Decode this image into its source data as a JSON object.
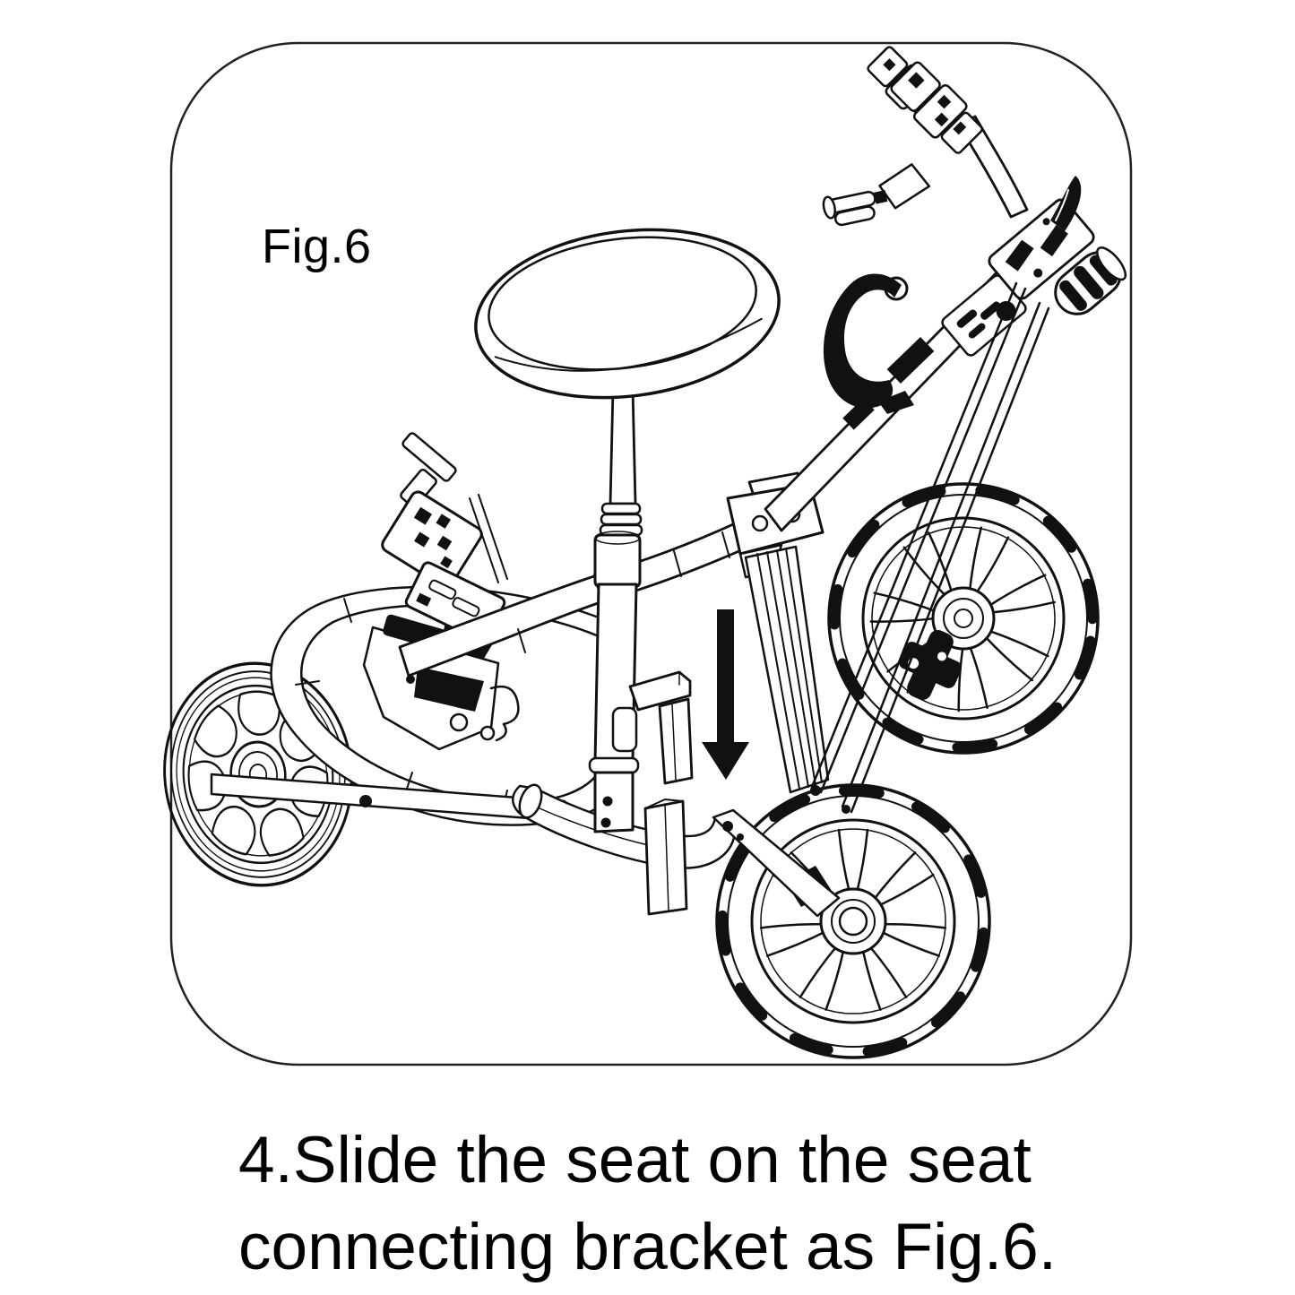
{
  "theme": {
    "page-bg": "#ffffff",
    "line-color": "#111111",
    "text-color": "#000000",
    "border-color": "#222222",
    "arrow-color": "#111111"
  },
  "figure": {
    "label": "Fig.6",
    "description": "Line drawing of a three-wheel golf push cart: the seat and seat post slide downward (arrow) onto the seat connecting bracket on the folded frame."
  },
  "caption": {
    "lines": [
      "4.Slide the seat on the seat",
      "connecting bracket as Fig.6."
    ]
  }
}
